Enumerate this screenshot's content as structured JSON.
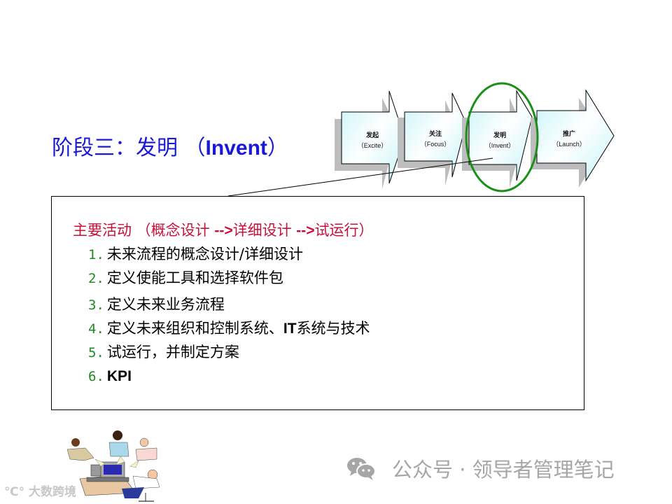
{
  "slide": {
    "title_cn": "阶段三：发明 （",
    "title_en": "Invent",
    "title_close": "）",
    "title_color": "#1a1ad6"
  },
  "process_arrows": [
    {
      "cn": "发起",
      "en": "（Excite）"
    },
    {
      "cn": "关注",
      "en": "（Focus）"
    },
    {
      "cn": "发明",
      "en": "（Invent）"
    },
    {
      "cn": "推广",
      "en": "（Launch）"
    }
  ],
  "highlight": {
    "stage_index": 2,
    "stage": "发明",
    "color": "#1a8f1a"
  },
  "activities": {
    "heading_prefix": "主要活动 （概念设计 ",
    "heading_arrow1": "-->",
    "heading_mid": "详细设计 ",
    "heading_arrow2": "-->",
    "heading_suffix": "试运行）",
    "heading_color": "#c8103a",
    "number_color": "#1f8a1f",
    "steps": [
      {
        "num": "1.",
        "text": "未来流程的概念设计/详细设计"
      },
      {
        "num": "2.",
        "text": "定义使能工具和选择软件包"
      },
      {
        "num": "3.",
        "text": "定义未来业务流程"
      },
      {
        "num": "4.",
        "text_a": "定义未来组织和控制系统、",
        "text_b": "IT",
        "text_c": "系统与技术"
      },
      {
        "num": "5.",
        "text": "试运行，并制定方案"
      },
      {
        "num": "6.",
        "text": "KPI"
      }
    ]
  },
  "icons": {
    "clipart": "team-at-computer-clipart",
    "wechat": "wechat-icon"
  },
  "watermarks": {
    "left": "大数跨境",
    "right": "公众号 · 领导者管理笔记"
  }
}
